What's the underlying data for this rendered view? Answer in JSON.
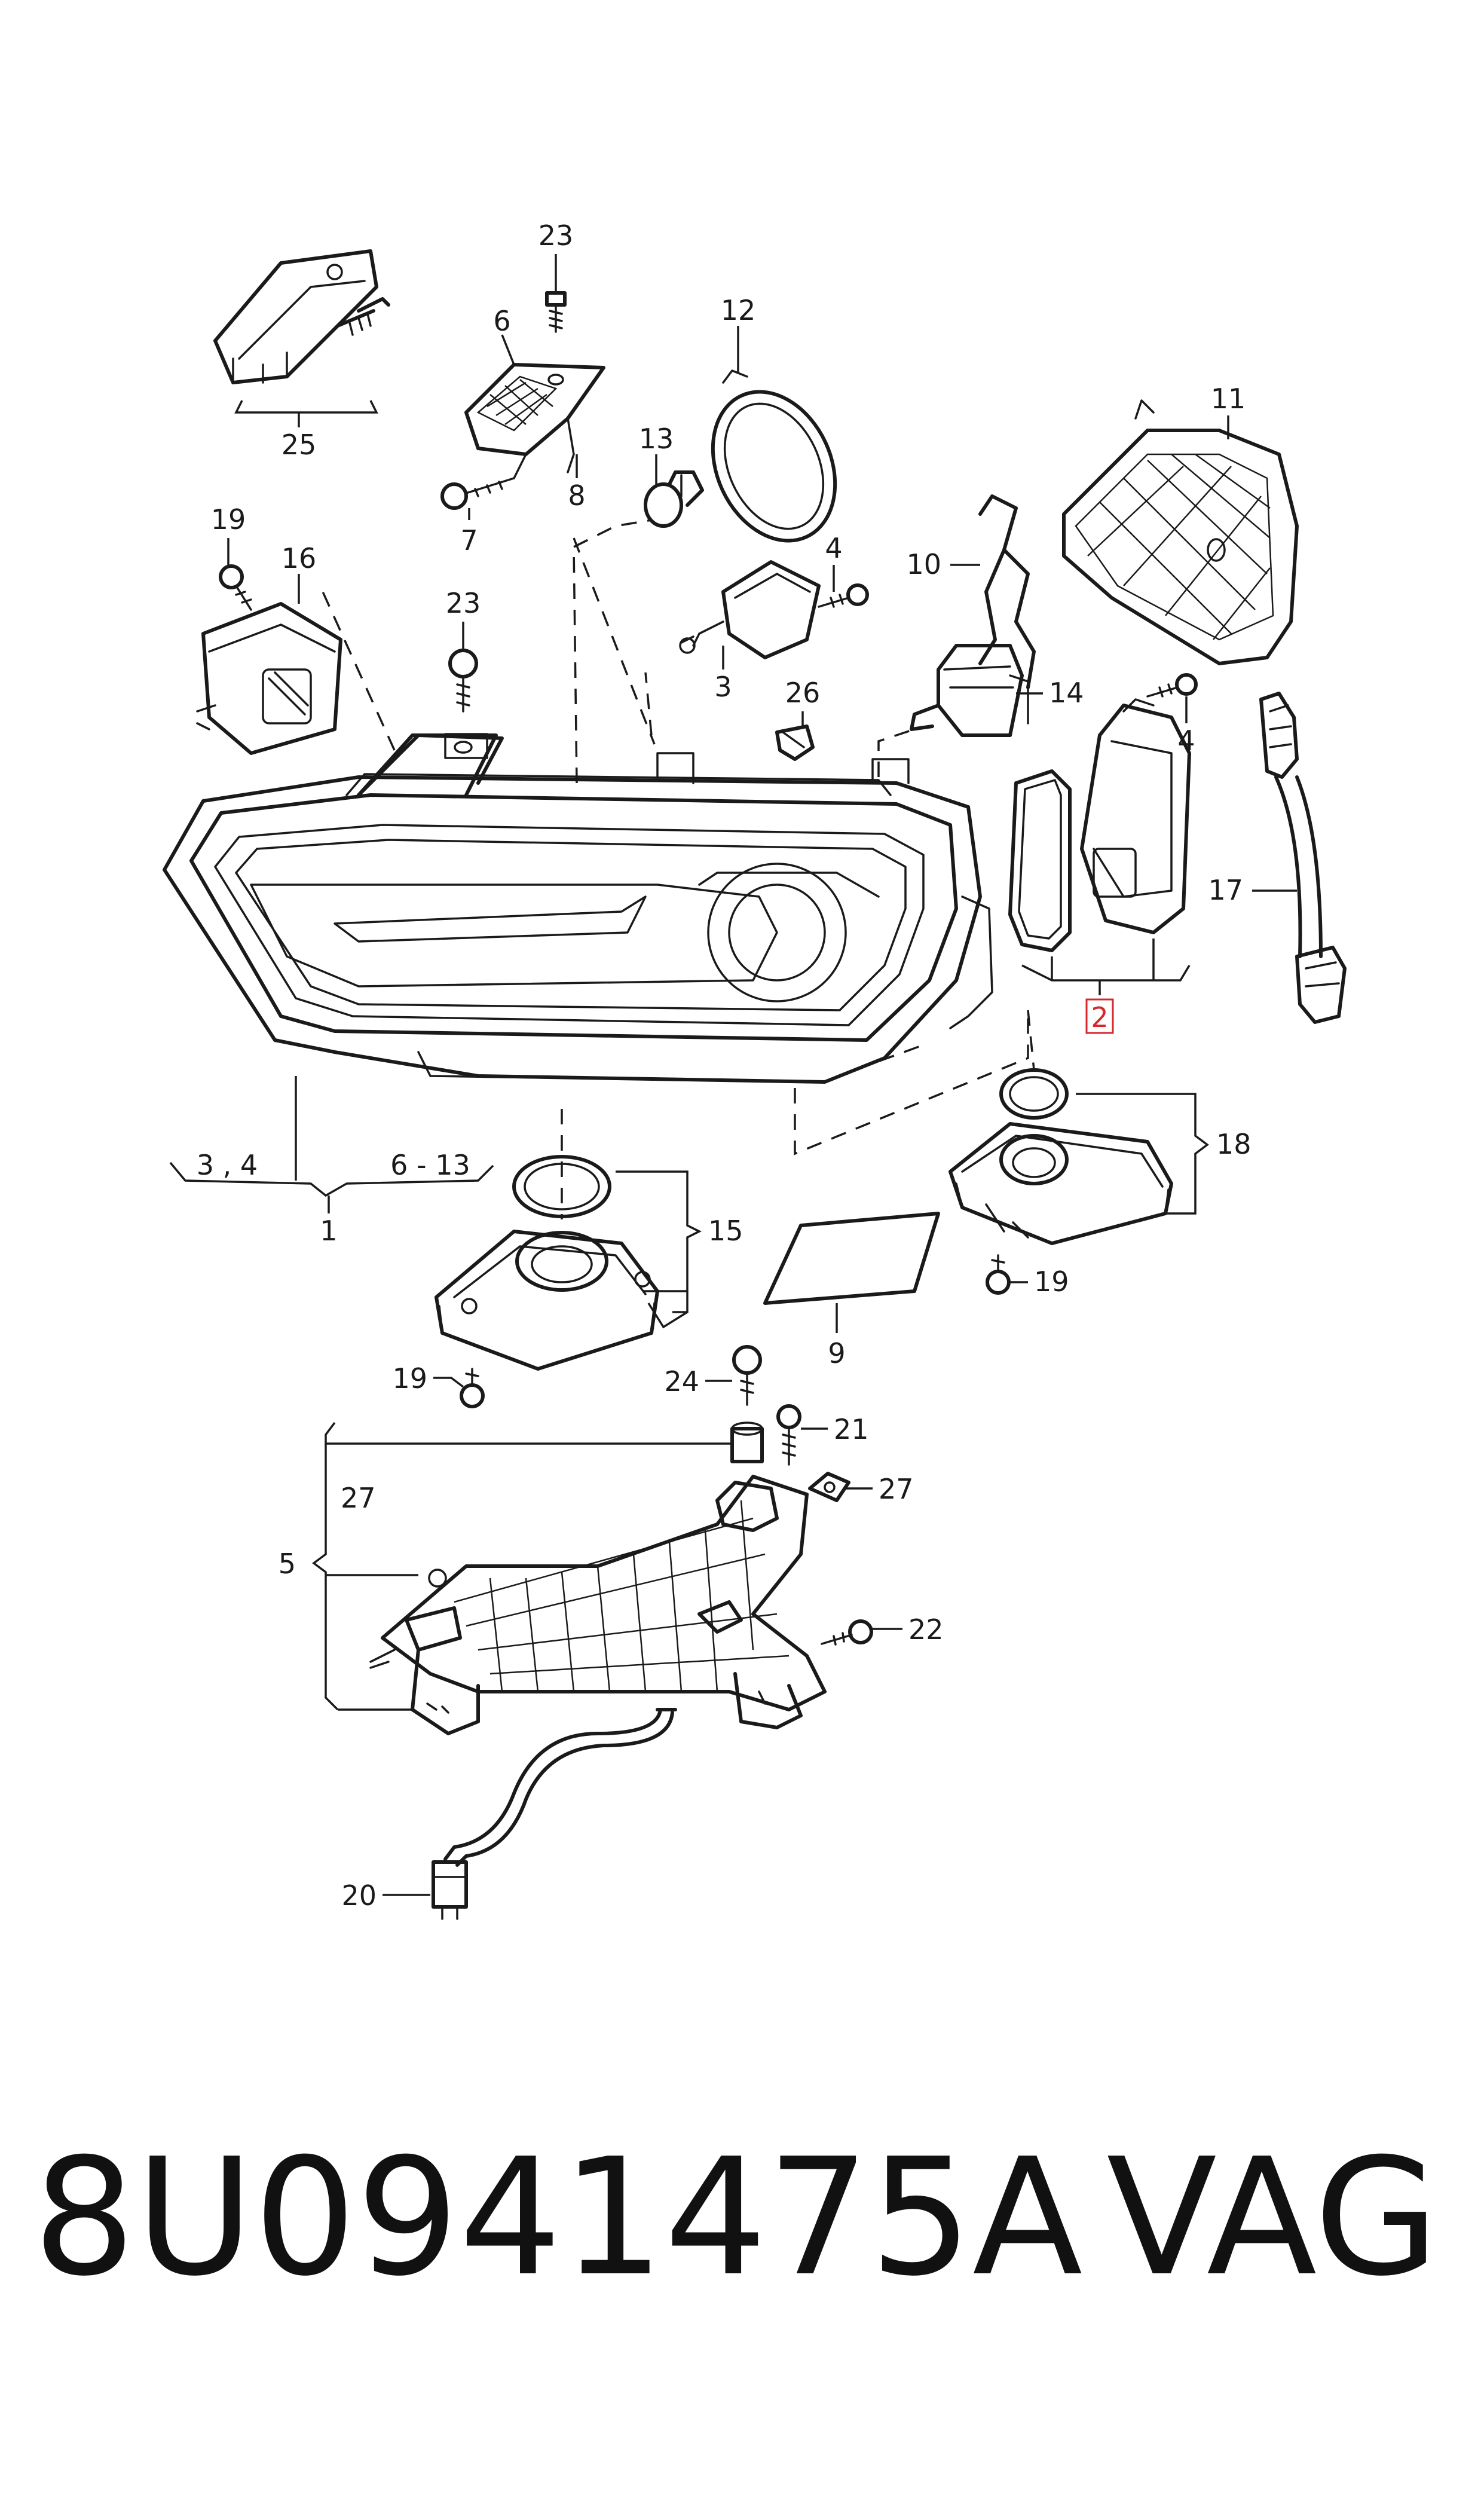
{
  "callouts": {
    "c1": "1",
    "c2": "2",
    "c3": "3",
    "c34": "3 , 4",
    "c4a": "4",
    "c4b": "4",
    "c5": "5",
    "c6": "6",
    "c613": "6 - 13",
    "c7": "7",
    "c8": "8",
    "c9": "9",
    "c10": "10",
    "c11": "11",
    "c12": "12",
    "c13": "13",
    "c14": "14",
    "c15": "15",
    "c16": "16",
    "c17": "17",
    "c18": "18",
    "c19a": "19",
    "c19b": "19",
    "c19c": "19",
    "c20": "20",
    "c21": "21",
    "c22": "22",
    "c23a": "23",
    "c23b": "23",
    "c24": "24",
    "c25": "25",
    "c26": "26",
    "c27a": "27",
    "c27b": "27"
  },
  "colors": {
    "ink": "#1a1a1a",
    "highlight": "#d8262c"
  },
  "footer": {
    "part_number": "8U0941475A",
    "brand": "VAG"
  }
}
